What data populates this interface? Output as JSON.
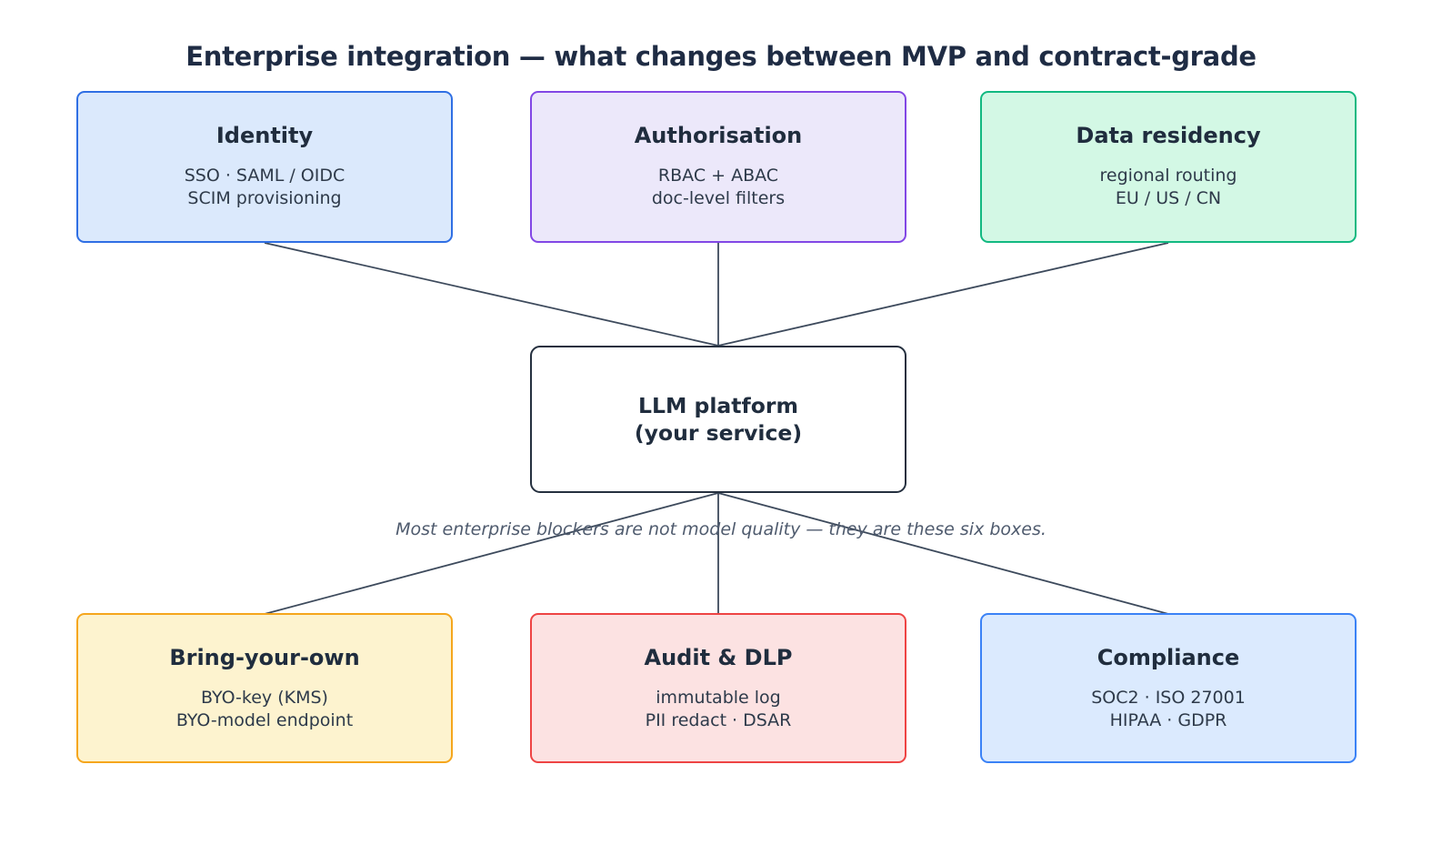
{
  "title": "Enterprise integration — what changes between MVP and contract-grade",
  "note": "Most enterprise blockers are not model quality — they are these six boxes.",
  "center": {
    "line1": "LLM platform",
    "line2": "(your service)",
    "fill": "#ffffff",
    "border": "#25303f"
  },
  "nodes": [
    {
      "id": "identity",
      "title": "Identity",
      "line1": "SSO · SAML / OIDC",
      "line2": "SCIM provisioning",
      "fill": "#dbe9fc",
      "border": "#2f6fe4"
    },
    {
      "id": "authorisation",
      "title": "Authorisation",
      "line1": "RBAC + ABAC",
      "line2": "doc-level filters",
      "fill": "#ece8fa",
      "border": "#8247e5"
    },
    {
      "id": "data-residency",
      "title": "Data residency",
      "line1": "regional routing",
      "line2": "EU / US / CN",
      "fill": "#d3f8e5",
      "border": "#12b981"
    },
    {
      "id": "bring-your-own",
      "title": "Bring-your-own",
      "line1": "BYO-key (KMS)",
      "line2": "BYO-model endpoint",
      "fill": "#fdf3cf",
      "border": "#f5a61d"
    },
    {
      "id": "audit-dlp",
      "title": "Audit & DLP",
      "line1": "immutable log",
      "line2": "PII redact · DSAR",
      "fill": "#fce2e2",
      "border": "#ee4444"
    },
    {
      "id": "compliance",
      "title": "Compliance",
      "line1": "SOC2 · ISO 27001",
      "line2": "HIPAA · GDPR",
      "fill": "#dbeafe",
      "border": "#3b82f6"
    }
  ],
  "colors": {
    "connector": "#3d4a5c",
    "title_text": "#1f2c44",
    "note_text": "#4f5b6e",
    "background": "#ffffff"
  }
}
